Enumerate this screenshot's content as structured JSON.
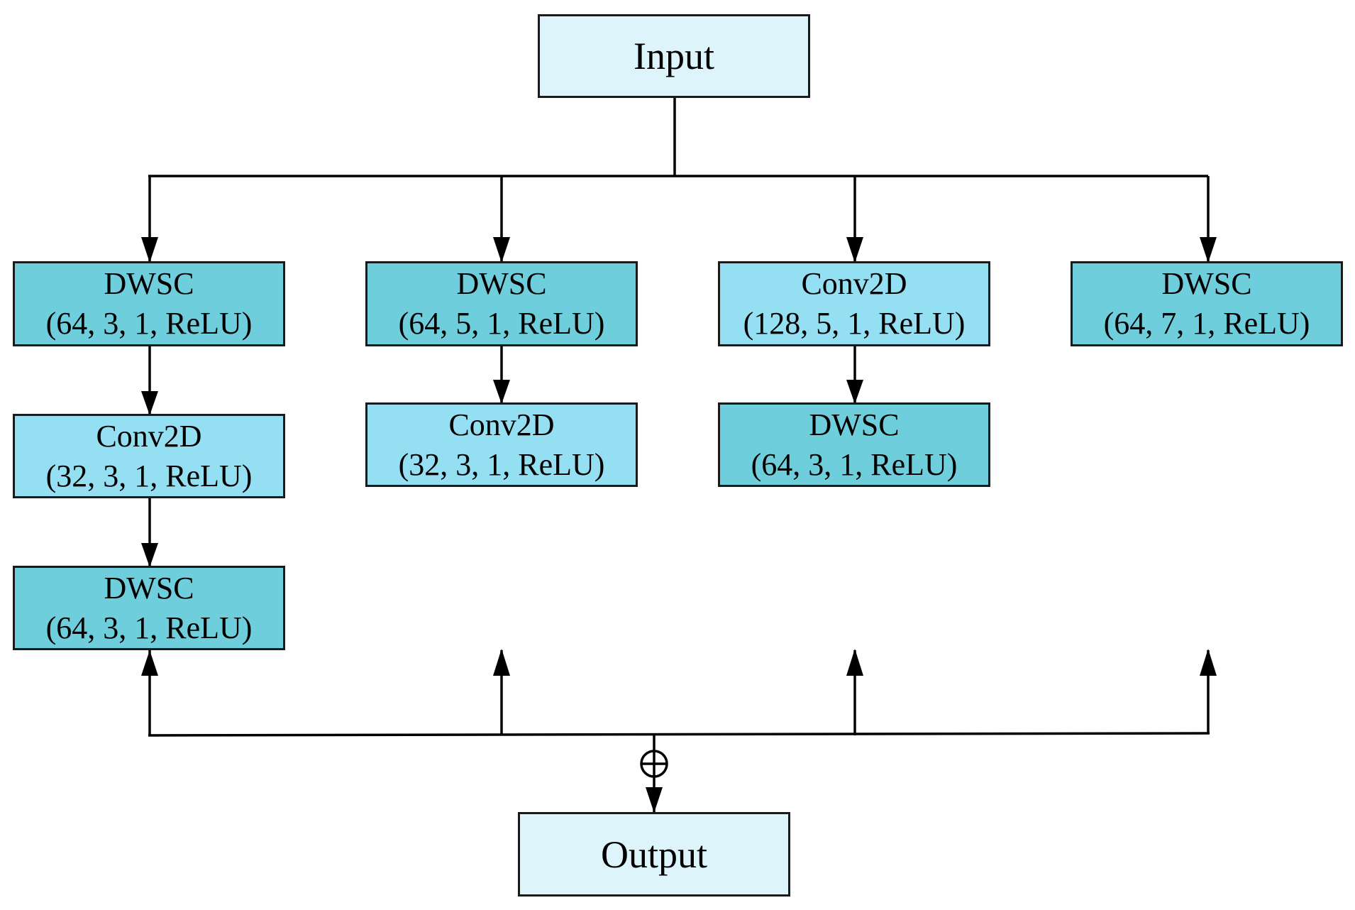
{
  "input": {
    "label": "Input"
  },
  "output": {
    "label": "Output"
  },
  "branches": [
    {
      "blocks": [
        {
          "type": "DWSC",
          "params": "(64, 3, 1, ReLU)"
        },
        {
          "type": "Conv2D",
          "params": "(32, 3, 1, ReLU)"
        },
        {
          "type": "DWSC",
          "params": "(64, 3, 1, ReLU)"
        }
      ]
    },
    {
      "blocks": [
        {
          "type": "DWSC",
          "params": "(64, 5, 1, ReLU)"
        },
        {
          "type": "Conv2D",
          "params": "(32, 3, 1, ReLU)"
        }
      ]
    },
    {
      "blocks": [
        {
          "type": "Conv2D",
          "params": "(128, 5, 1, ReLU)"
        },
        {
          "type": "DWSC",
          "params": "(64, 3, 1, ReLU)"
        }
      ]
    },
    {
      "blocks": [
        {
          "type": "DWSC",
          "params": "(64, 7, 1, ReLU)"
        }
      ]
    }
  ],
  "merge": {
    "symbol": "⊕"
  },
  "colors": {
    "dwsc": "#6fcedc",
    "conv2d": "#95dff2",
    "io": "#def4fb",
    "stroke": "#1a1a1a"
  }
}
